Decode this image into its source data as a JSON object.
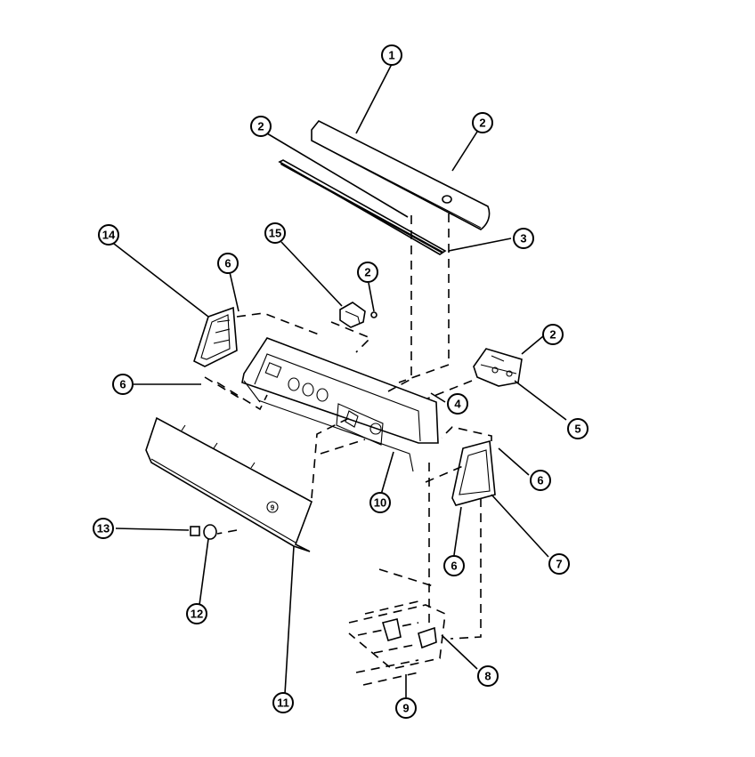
{
  "diagram": {
    "callouts": [
      {
        "id": "c1",
        "label": "1"
      },
      {
        "id": "c2a",
        "label": "2"
      },
      {
        "id": "c2b",
        "label": "2"
      },
      {
        "id": "c3",
        "label": "3"
      },
      {
        "id": "c14",
        "label": "14"
      },
      {
        "id": "c6a",
        "label": "6"
      },
      {
        "id": "c15",
        "label": "15"
      },
      {
        "id": "c2c",
        "label": "2"
      },
      {
        "id": "c2d",
        "label": "2"
      },
      {
        "id": "c6b",
        "label": "6"
      },
      {
        "id": "c4",
        "label": "4"
      },
      {
        "id": "c5",
        "label": "5"
      },
      {
        "id": "c6c",
        "label": "6"
      },
      {
        "id": "c10",
        "label": "10"
      },
      {
        "id": "c13",
        "label": "13"
      },
      {
        "id": "c7",
        "label": "7"
      },
      {
        "id": "c6d",
        "label": "6"
      },
      {
        "id": "c12",
        "label": "12"
      },
      {
        "id": "c8",
        "label": "8"
      },
      {
        "id": "c11",
        "label": "11"
      },
      {
        "id": "c9",
        "label": "9"
      }
    ],
    "part_marks": {
      "panel_marker": "9"
    }
  }
}
